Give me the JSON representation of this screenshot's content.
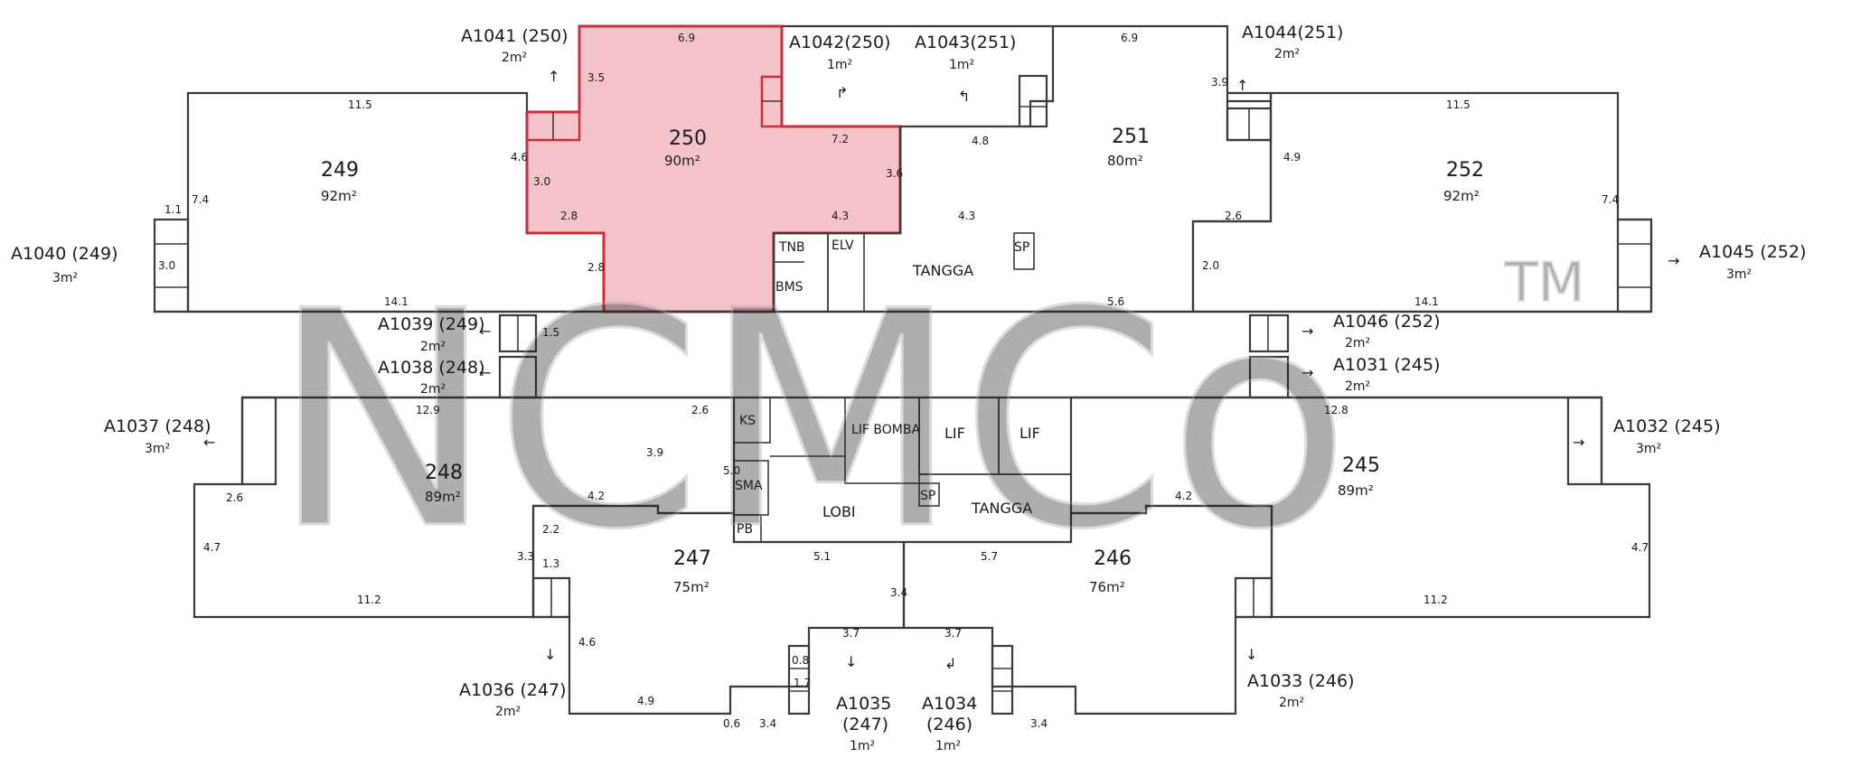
{
  "colors": {
    "highlight_fill": "#f2b8c1",
    "highlight_stroke": "#c8303c",
    "wall": "#3a3a3a",
    "watermark": "#bfbfbf"
  },
  "watermark": {
    "text": "NCMCo",
    "tm": "TM"
  },
  "units": {
    "u249": {
      "num": "249",
      "area": "92m²"
    },
    "u250": {
      "num": "250",
      "area": "90m²"
    },
    "u251": {
      "num": "251",
      "area": "80m²"
    },
    "u252": {
      "num": "252",
      "area": "92m²"
    },
    "u248": {
      "num": "248",
      "area": "89m²"
    },
    "u247": {
      "num": "247",
      "area": "75m²"
    },
    "u246": {
      "num": "246",
      "area": "76m²"
    },
    "u245": {
      "num": "245",
      "area": "89m²"
    }
  },
  "rooms": {
    "tangga_top": "TANGGA",
    "elv": "ELV",
    "tnb": "TNB",
    "sp_top": "SP",
    "bms": "BMS",
    "ks": "KS",
    "lif_bomba": "LIF BOMBA",
    "lif1": "LIF",
    "lif2": "LIF",
    "sma": "SMA",
    "pb": "PB",
    "lobi": "LOBI",
    "sp_mid": "SP",
    "tangga_mid": "TANGGA"
  },
  "accessories": {
    "a1041": {
      "code": "A1041 (250)",
      "area": "2m²"
    },
    "a1042": {
      "code": "A1042(250)",
      "area": "1m²"
    },
    "a1043": {
      "code": "A1043(251)",
      "area": "1m²"
    },
    "a1044": {
      "code": "A1044(251)",
      "area": "2m²"
    },
    "a1040": {
      "code": "A1040 (249)",
      "area": "3m²"
    },
    "a1045": {
      "code": "A1045 (252)",
      "area": "3m²"
    },
    "a1039": {
      "code": "A1039 (249)",
      "area": "2m²"
    },
    "a1038": {
      "code": "A1038 (248)",
      "area": "2m²"
    },
    "a1046": {
      "code": "A1046 (252)",
      "area": "2m²"
    },
    "a1031": {
      "code": "A1031 (245)",
      "area": "2m²"
    },
    "a1037": {
      "code": "A1037 (248)",
      "area": "3m²"
    },
    "a1032": {
      "code": "A1032 (245)",
      "area": "3m²"
    },
    "a1036": {
      "code": "A1036 (247)",
      "area": "2m²"
    },
    "a1035": {
      "code": "A1035",
      "sub": "(247)",
      "area": "1m²"
    },
    "a1034": {
      "code": "A1034",
      "sub": "(246)",
      "area": "1m²"
    },
    "a1033": {
      "code": "A1033 (246)",
      "area": "2m²"
    }
  },
  "dims": {
    "d249_top": "11.5",
    "d249_bottom": "14.1",
    "d249_left": "7.4",
    "d249_right": "4.6",
    "d250_top": "6.9",
    "d250_left": "3.5",
    "d250_mid": "7.2",
    "d250_right": "3.6",
    "d250_w1": "2.8",
    "d250_h1": "2.8",
    "d250_h2": "3.0",
    "d250_w2": "4.3",
    "d251_top": "6.9",
    "d251_left": "3.9",
    "d251_mid": "4.8",
    "d251_bot": "5.6",
    "d251_st": "4.3",
    "d252_top": "11.5",
    "d252_bottom": "14.1",
    "d252_right": "7.4",
    "d252_left": "4.9",
    "d252_step": "2.6",
    "d248_top": "12.9",
    "d248_w": "2.6",
    "d248_h": "4.7",
    "d248_bot": "11.2",
    "d248_r": "4.2",
    "d245_top": "12.8",
    "d245_h": "4.7",
    "d245_bot": "11.2",
    "d245_w": "4.2",
    "d247_bot": "5.1",
    "d246_bot": "5.7",
    "d247_l": "4.6",
    "d247_b": "4.9",
    "d_mid": "3.4",
    "d_37a": "3.7",
    "d_37b": "3.7",
    "d_34a": "3.4",
    "d_34b": "3.4",
    "d_11": "1.1",
    "d_30": "3.0",
    "d_15": "1.5",
    "d_13": "1.3",
    "d_08": "0.8",
    "d_17": "1.7",
    "d_06": "0.6",
    "d_22": "2.2",
    "d_33": "3.3",
    "d_26": "2.6",
    "d_39": "3.9",
    "d_50": "5.0",
    "d_20": "2.0"
  }
}
